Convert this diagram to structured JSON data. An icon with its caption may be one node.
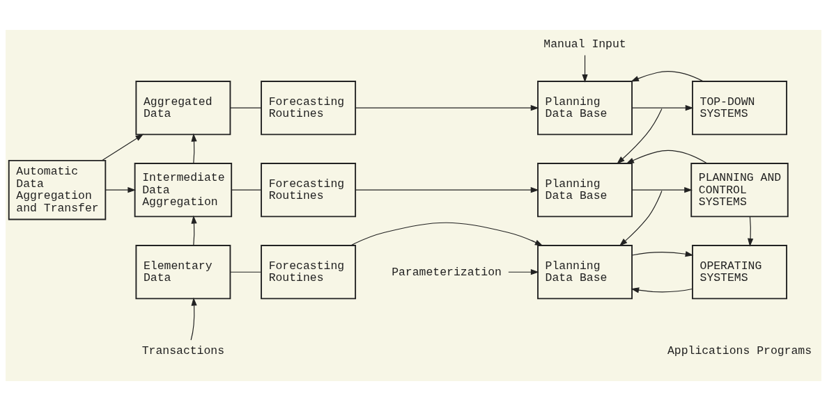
{
  "diagram": {
    "nodes": [
      {
        "text": [
          "Automatic Data Aggregation and Transfer"
        ]
      },
      {
        "text": [
          "Aggregated Data"
        ]
      },
      {
        "text": [
          "Forecasting Routines"
        ]
      },
      {
        "text": [
          "Planning Data Base"
        ]
      },
      {
        "text": [
          "TOP-DOWN SYSTEMS"
        ]
      },
      {
        "text": [
          "Intermediate Data Aggregation"
        ]
      },
      {
        "text": [
          "Forecasting Routines"
        ]
      },
      {
        "text": [
          "Planning Data Base"
        ]
      },
      {
        "text": [
          "PLANNING AND CONTROL SYSTEMS"
        ]
      },
      {
        "text": [
          "Elementary Data"
        ]
      },
      {
        "text": [
          "Forecasting Routines"
        ]
      },
      {
        "text": [
          "Planning Data Base"
        ]
      },
      {
        "text": [
          "OPERATING SYSTEMS"
        ]
      },
      {
        "text": [
          "Manual Input"
        ]
      },
      {
        "text": [
          "Parameterization"
        ]
      },
      {
        "text": [
          "Transactions"
        ]
      }
    ],
    "edges": [
      {
        "from": 13,
        "to": 3,
        "arrow": "to"
      },
      {
        "from": 1,
        "to": 2,
        "arrow": "none"
      },
      {
        "from": 2,
        "to": 3,
        "arrow": "to"
      },
      {
        "from": 4,
        "to": 3,
        "arrow": "to"
      },
      {
        "from": 3,
        "to": 4,
        "arrow": "to"
      },
      {
        "from": 5,
        "to": 1,
        "arrow": "to"
      },
      {
        "from": 0,
        "to": 1,
        "arrow": "to"
      },
      {
        "from": null,
        "to": 7,
        "arrow": "to"
      },
      {
        "from": 5,
        "to": 6,
        "arrow": "none"
      },
      {
        "from": 6,
        "to": 7,
        "arrow": "to"
      },
      {
        "from": 8,
        "to": 7,
        "arrow": "to"
      },
      {
        "from": 7,
        "to": 8,
        "arrow": "to"
      },
      {
        "from": 9,
        "to": 5,
        "arrow": "to"
      },
      {
        "from": 0,
        "to": 5,
        "arrow": "to"
      },
      {
        "from": 8,
        "to": 12,
        "arrow": "to"
      },
      {
        "from": 14,
        "to": 11,
        "arrow": "to"
      },
      {
        "from": null,
        "to": 11,
        "arrow": "to"
      },
      {
        "from": 9,
        "to": 10,
        "arrow": "none"
      },
      {
        "from": 10,
        "to": 11,
        "arrow": "to"
      },
      {
        "from": 12,
        "to": 11,
        "arrow": "to"
      },
      {
        "from": 11,
        "to": 12,
        "arrow": "to"
      },
      {
        "from": 15,
        "to": 9,
        "arrow": "to"
      }
    ],
    "labels": [
      "Applications Programs"
    ]
  }
}
